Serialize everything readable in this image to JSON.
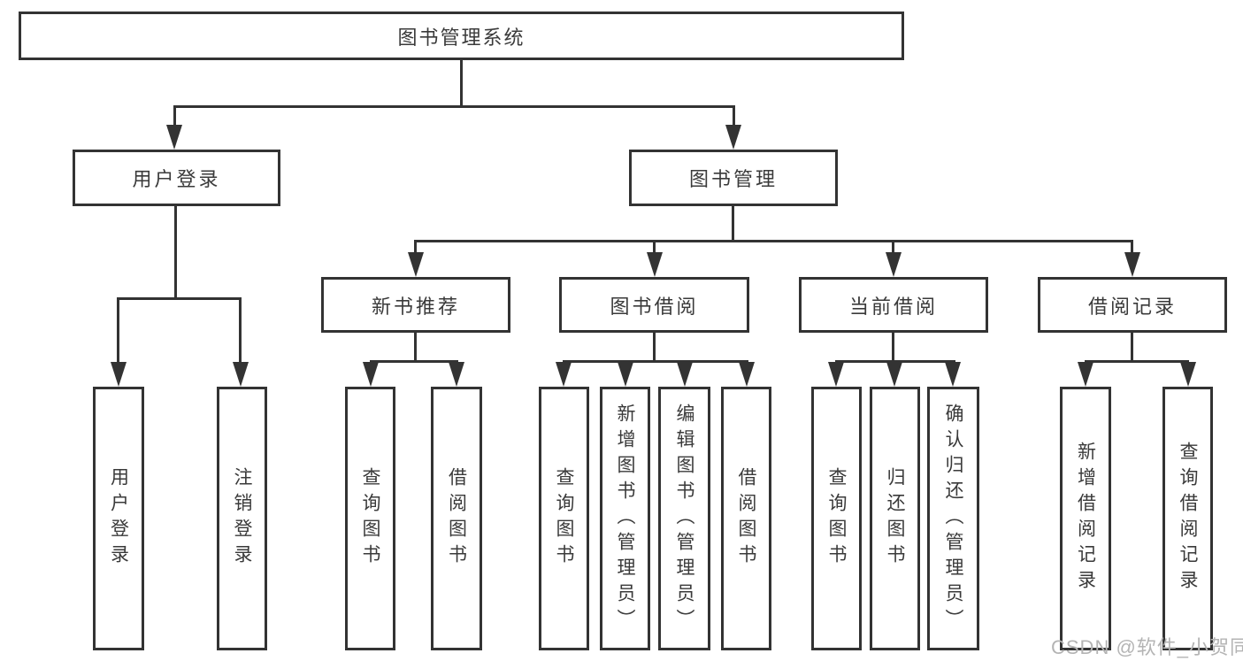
{
  "diagram": {
    "root": {
      "label": "图书管理系统"
    },
    "branches": [
      {
        "label": "用户登录",
        "children": [
          {
            "label": "用户登录"
          },
          {
            "label": "注销登录"
          }
        ]
      },
      {
        "label": "图书管理",
        "children": [
          {
            "label": "新书推荐",
            "children": [
              {
                "label": "查询图书"
              },
              {
                "label": "借阅图书"
              }
            ]
          },
          {
            "label": "图书借阅",
            "children": [
              {
                "label": "查询图书"
              },
              {
                "label": "新增图书（管理员）"
              },
              {
                "label": "编辑图书（管理员）"
              },
              {
                "label": "借阅图书"
              }
            ]
          },
          {
            "label": "当前借阅",
            "children": [
              {
                "label": "查询图书"
              },
              {
                "label": "归还图书"
              },
              {
                "label": "确认归还（管理员）"
              }
            ]
          },
          {
            "label": "借阅记录",
            "children": [
              {
                "label": "新增借阅记录"
              },
              {
                "label": "查询借阅记录"
              }
            ]
          }
        ]
      }
    ],
    "watermark": "CSDN @软件_小贺同学",
    "colors": {
      "line": "#333333",
      "text": "#3a3a3a",
      "box_background": "#ffffff",
      "page_background": "#ffffff",
      "watermark": "#b4b4b4"
    }
  }
}
